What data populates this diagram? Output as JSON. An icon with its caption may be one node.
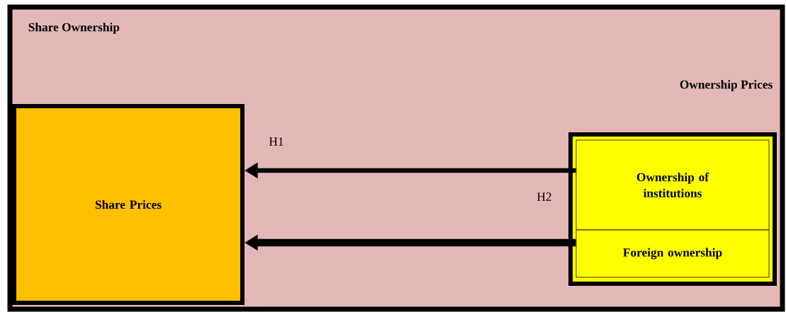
{
  "diagram": {
    "nodes": [
      {
        "text": [
          "Share Ownership"
        ]
      },
      {
        "text": [
          "Share Prices"
        ],
        "in": 0
      },
      {
        "text": [],
        "shape": "box",
        "in": 0
      },
      {
        "text": [
          "Ownership of institutions"
        ],
        "in": 2
      },
      {
        "text": [
          "Foreign ownership"
        ],
        "in": 2
      }
    ],
    "edges": [
      {
        "from": 3,
        "to": 1,
        "arrow": "to",
        "label": "H1"
      },
      {
        "from": 4,
        "to": 1,
        "arrow": "to",
        "label": "H2"
      }
    ],
    "labels": [
      "Ownership Prices"
    ]
  }
}
